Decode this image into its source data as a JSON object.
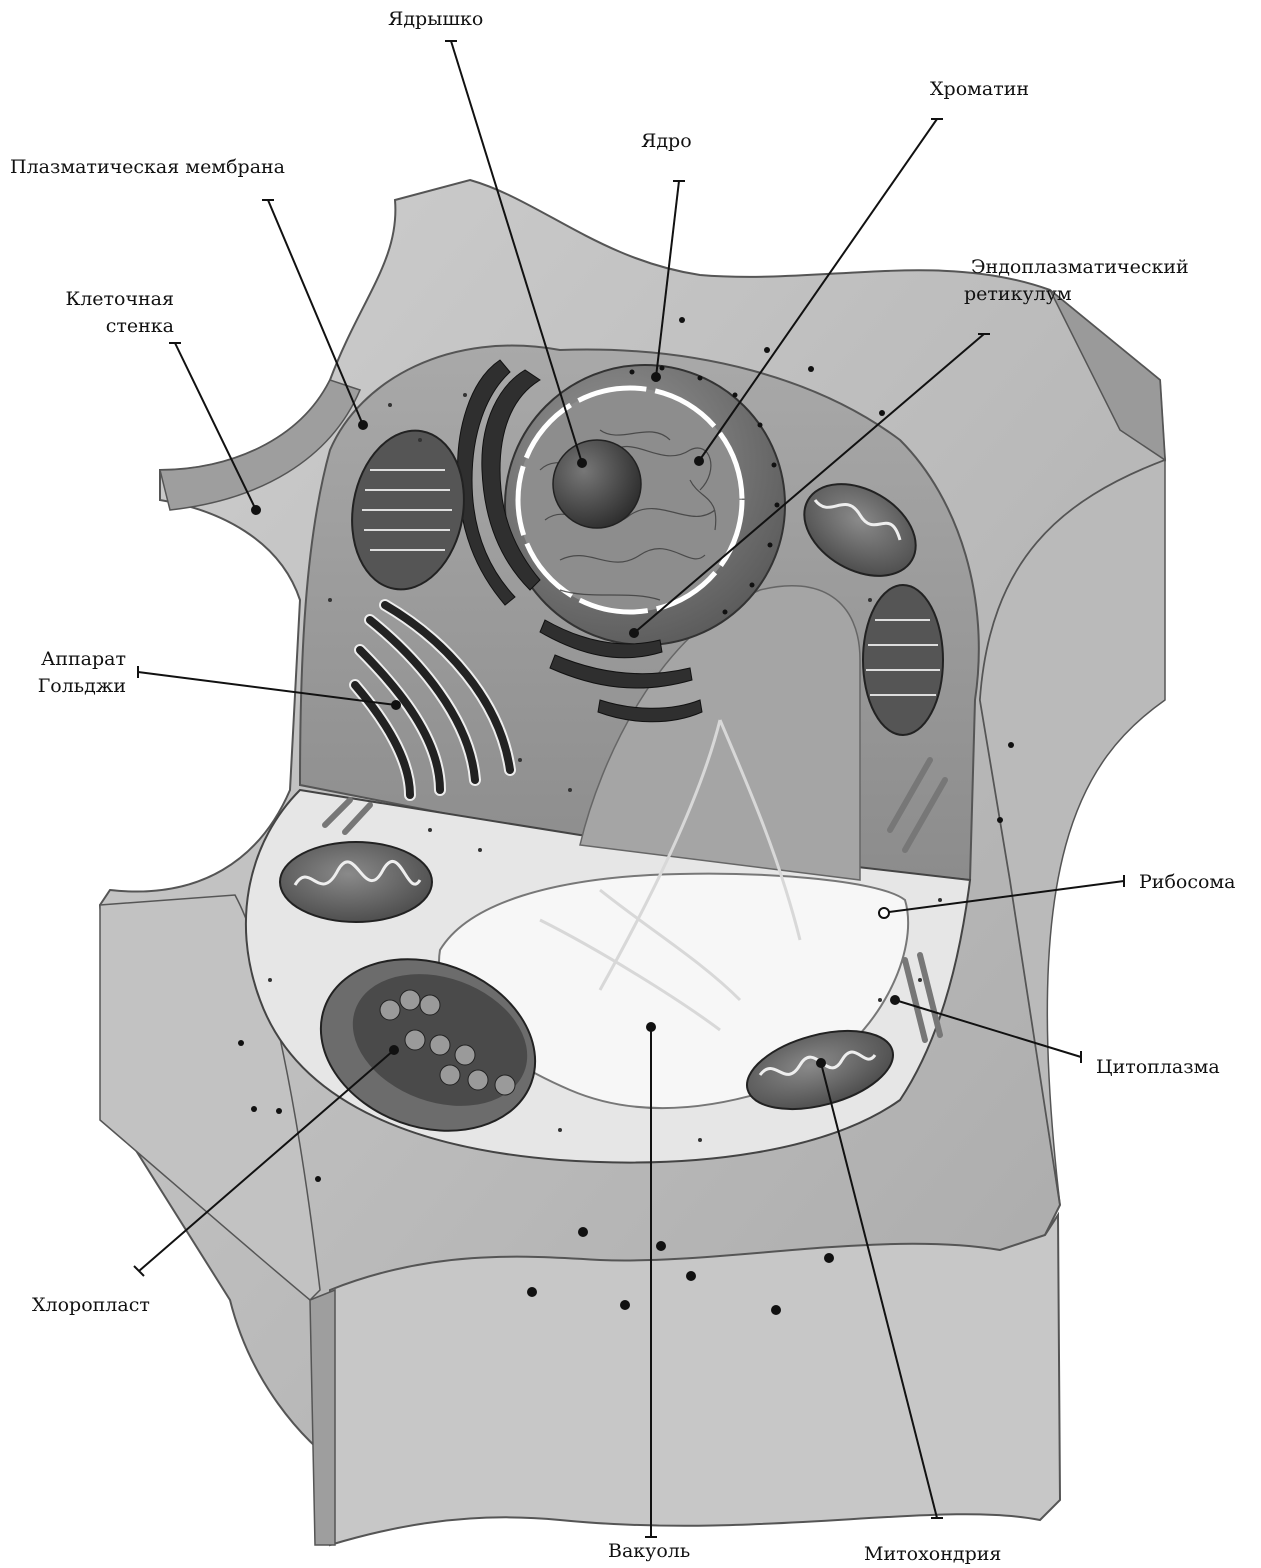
{
  "labels": {
    "nucleolus": "Ядрышко",
    "chromatin": "Хроматин",
    "nucleus": "Ядро",
    "plasma_membrane": "Плазматическая мембрана",
    "er_line1": "Эндоплазматический",
    "er_line2": "ретикулум",
    "cell_wall_line1": "Клеточная",
    "cell_wall_line2": "стенка",
    "golgi_line1": "Аппарат",
    "golgi_line2": "Гольджи",
    "ribosome": "Рибосома",
    "cytoplasm": "Цитоплазма",
    "chloroplast": "Хлоропласт",
    "mitochondrion": "Митохондрия",
    "vacuole": "Вакуоль"
  },
  "colors": {
    "wall": "#bdbdbd",
    "wall_dark": "#8f8f8f",
    "cytoplasm": "#e4e4e4",
    "back_interior": "#9a9a9a",
    "vacuole": "#f6f6f6",
    "organelle_dark": "#3a3a3a"
  }
}
